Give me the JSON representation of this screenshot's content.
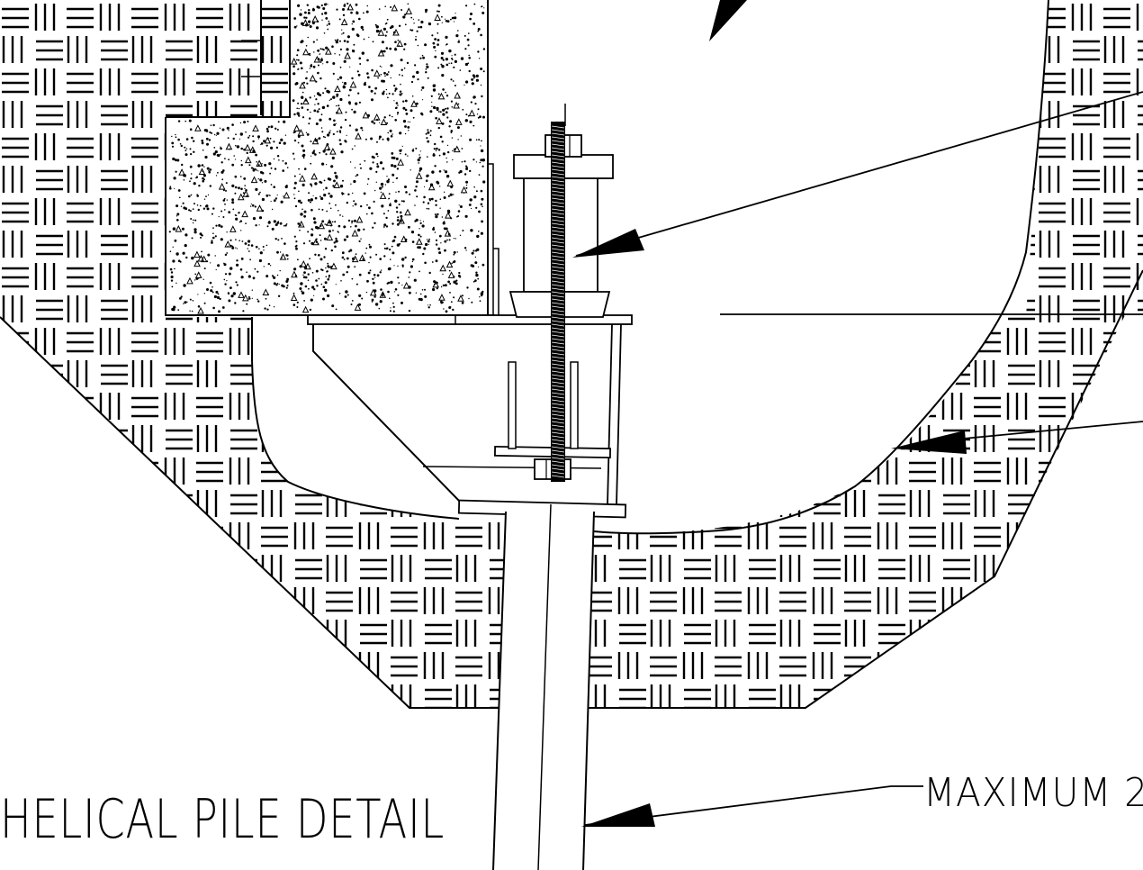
{
  "drawing": {
    "title": "HELICAL PILE DETAIL",
    "callouts": [
      {
        "id": "maximum-note",
        "text": "MAXIMUM 2"
      }
    ],
    "colors": {
      "ink": "#000000",
      "paper": "#ffffff"
    },
    "hatch_pattern": "basket-weave-earth",
    "concrete_pattern": "stippled-aggregate"
  }
}
